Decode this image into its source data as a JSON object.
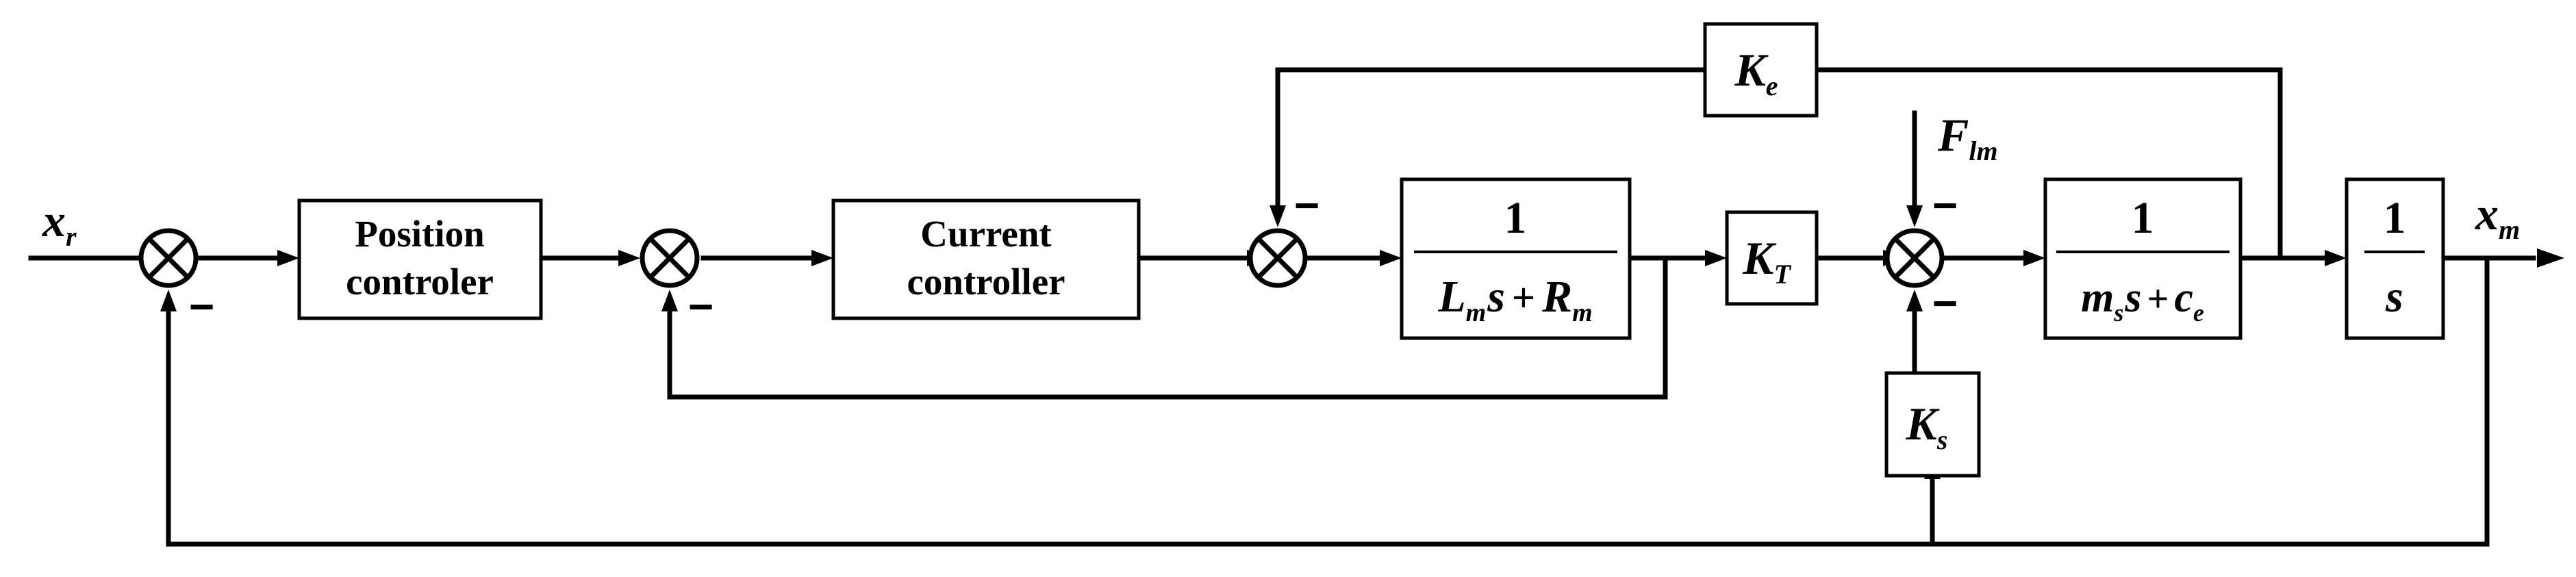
{
  "diagram": {
    "signals": {
      "input": {
        "var": "x",
        "sub": "r"
      },
      "output": {
        "var": "x",
        "sub": "m"
      },
      "disturbance": {
        "var": "F",
        "sub": "lm"
      }
    },
    "blocks": {
      "position_controller": {
        "line1": "Position",
        "line2": "controler"
      },
      "current_controller": {
        "line1": "Current",
        "line2": "controller"
      },
      "electrical": {
        "numerator": "1",
        "den_L": "L",
        "den_L_sub": "m",
        "den_s": "s",
        "den_plus": "+",
        "den_R": "R",
        "den_R_sub": "m"
      },
      "torque_gain": {
        "var": "K",
        "sub": "T"
      },
      "back_emf_gain": {
        "var": "K",
        "sub": "e"
      },
      "mechanical": {
        "numerator": "1",
        "den_m": "m",
        "den_m_sub": "s",
        "den_s": "s",
        "den_plus": "+",
        "den_c": "c",
        "den_c_sub": "e"
      },
      "integrator": {
        "numerator": "1",
        "denominator": "s"
      },
      "stiffness_gain": {
        "var": "K",
        "sub": "s"
      }
    },
    "sign_minus": "−"
  }
}
